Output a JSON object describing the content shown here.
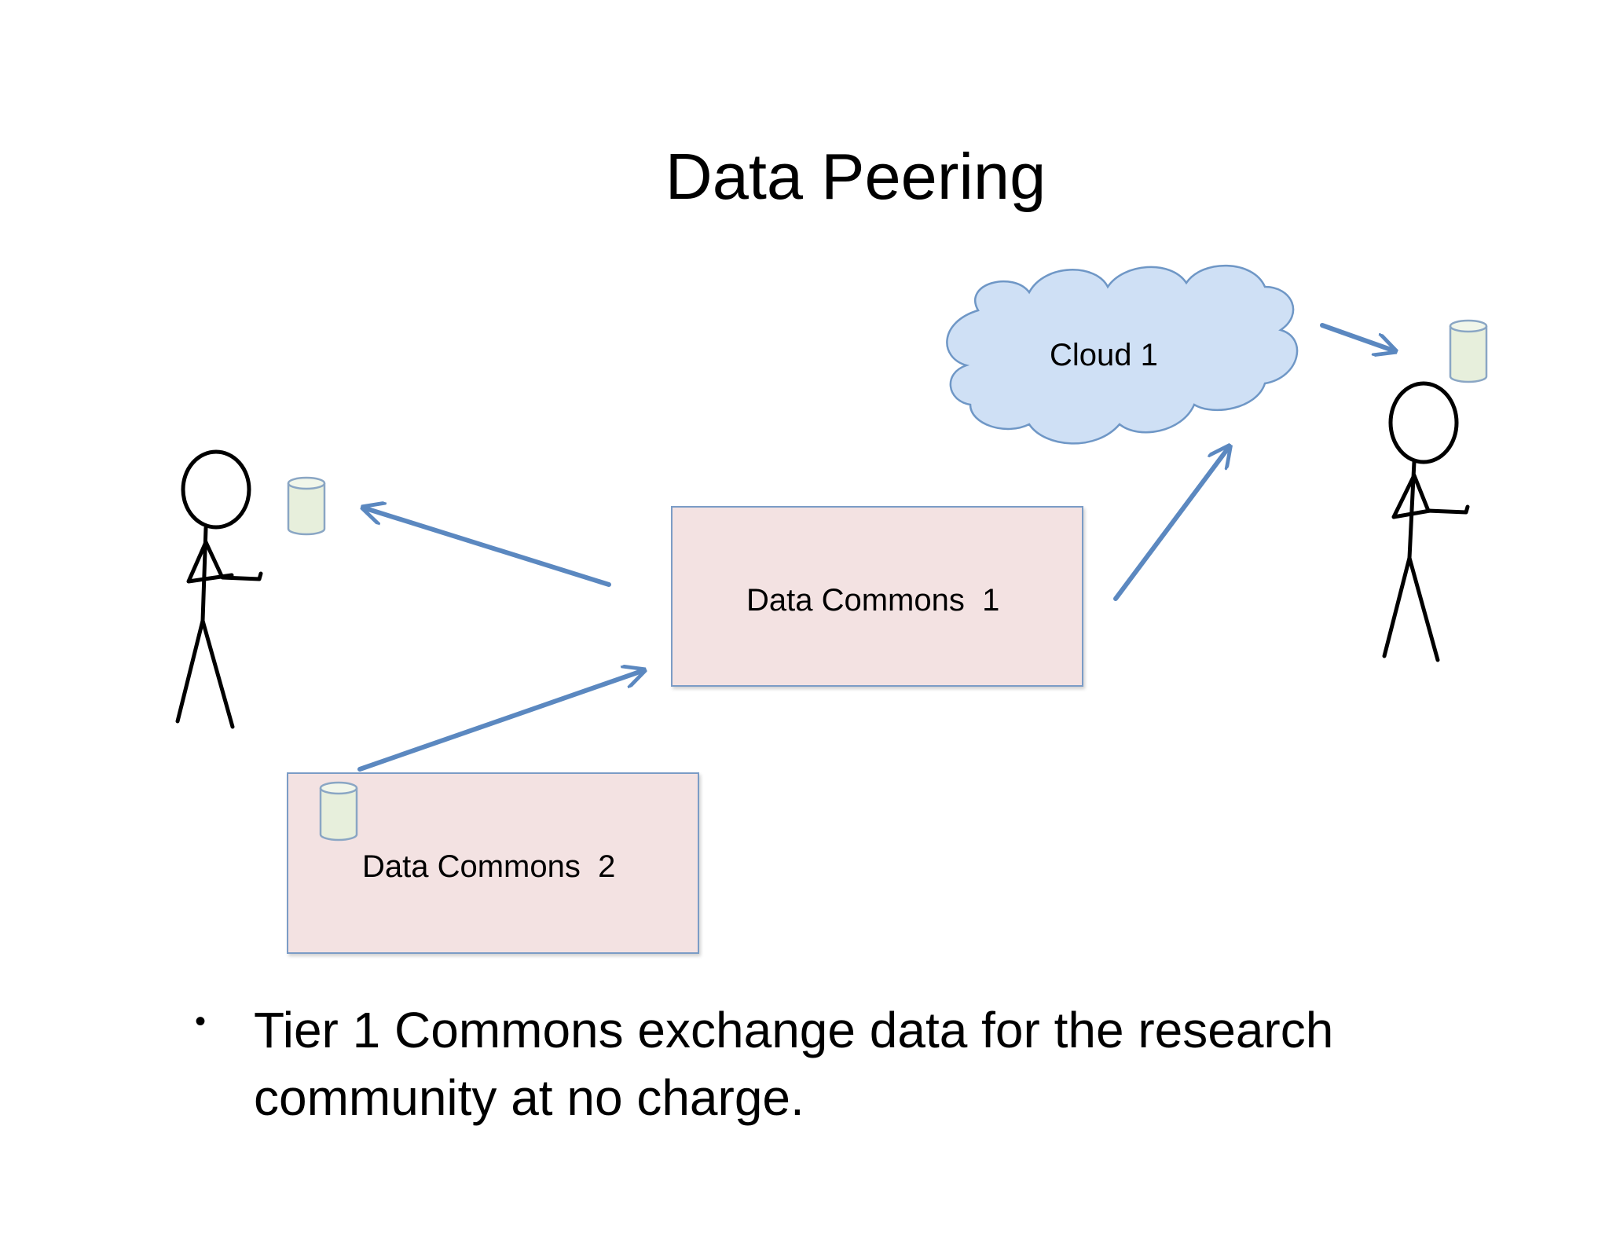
{
  "slide": {
    "title": "Data Peering",
    "data_commons_1": {
      "label": "Data Commons  1"
    },
    "data_commons_2": {
      "label": "Data Commons  2"
    },
    "cloud": {
      "label": "Cloud 1"
    },
    "bullet": {
      "marker": "•",
      "text": "Tier 1 Commons exchange data for the research community at no charge."
    }
  },
  "colors": {
    "box_fill": "#f3e2e2",
    "box_border": "#7b9cc6",
    "cloud_fill": "#cfe0f5",
    "cloud_stroke": "#6f97c6",
    "arrow": "#5b88c0",
    "cylinder_fill": "#e7efdc",
    "cylinder_stroke": "#8aa6c4"
  }
}
